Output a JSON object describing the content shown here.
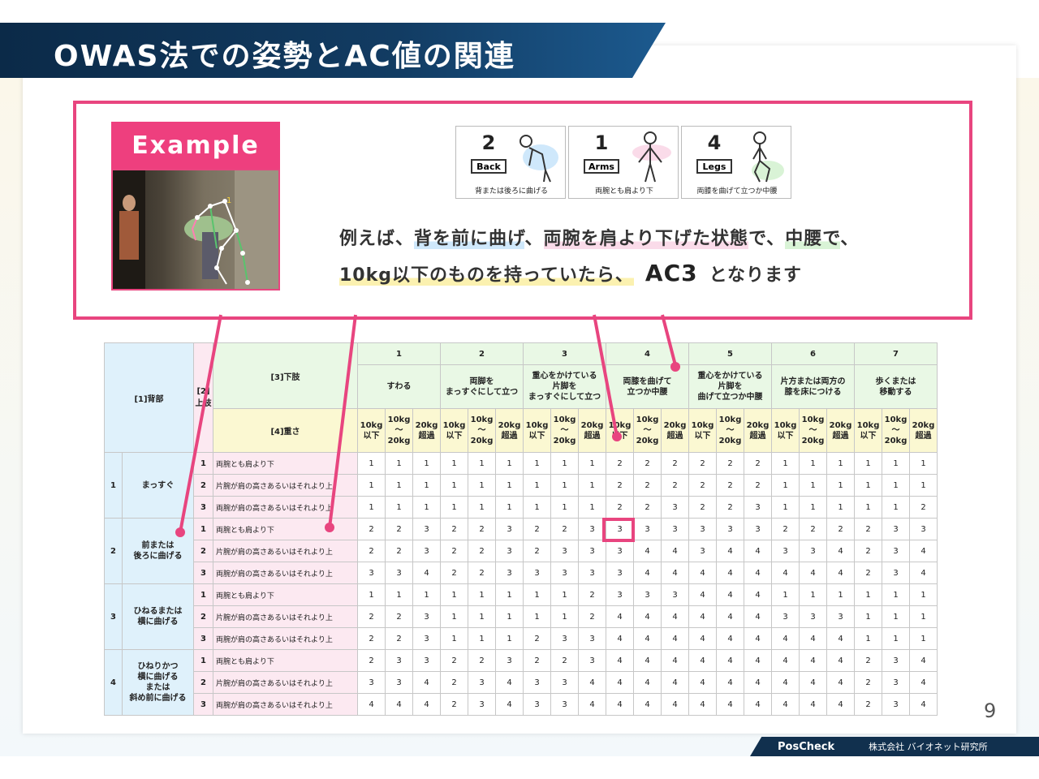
{
  "title": "OWAS法での姿勢とAC値の関連",
  "example": {
    "label": "Example",
    "photo_marker": "1",
    "cards": [
      {
        "num": "2",
        "tag": "Back",
        "caption": "背または後ろに曲げる",
        "accent": "#cfe8fb"
      },
      {
        "num": "1",
        "tag": "Arms",
        "caption": "両腕とも肩より下",
        "accent": "#fadbe9"
      },
      {
        "num": "4",
        "tag": "Legs",
        "caption": "両膝を曲げて立つか中腰",
        "accent": "#d9f3d6"
      }
    ],
    "line1": {
      "p1": "例えば、",
      "p2": "背を前に曲げ",
      "p3": "、",
      "p4": "両腕を肩より下げた状態",
      "p5": "で、",
      "p6": "中腰で",
      "p7": "、"
    },
    "line2": {
      "p1": "10kg以下のものを持っていたら、",
      "ac": "AC3",
      "p2": "となります"
    }
  },
  "table": {
    "back_header": "[1]背部",
    "arms_header": "[2]上肢",
    "legs_header": "[3]下肢",
    "weight_header": "[4]重さ",
    "legs": [
      {
        "num": "1",
        "label": "すわる"
      },
      {
        "num": "2",
        "label": "両脚を\nまっすぐにして立つ"
      },
      {
        "num": "3",
        "label": "重心をかけている\n片脚を\nまっすぐにして立つ"
      },
      {
        "num": "4",
        "label": "両膝を曲げて\n立つか中腰"
      },
      {
        "num": "5",
        "label": "重心をかけている\n片脚を\n曲げて立つか中腰"
      },
      {
        "num": "6",
        "label": "片方または両方の\n膝を床につける"
      },
      {
        "num": "7",
        "label": "歩くまたは\n移動する"
      }
    ],
    "weights": [
      "10kg\n以下",
      "10kg\n〜\n20kg",
      "20kg\n超過"
    ],
    "backs": [
      {
        "num": "1",
        "label": "まっすぐ"
      },
      {
        "num": "2",
        "label": "前または\n後ろに曲げる"
      },
      {
        "num": "3",
        "label": "ひねるまたは\n横に曲げる"
      },
      {
        "num": "4",
        "label": "ひねりかつ\n横に曲げる\nまたは\n斜め前に曲げる"
      }
    ],
    "arms": [
      {
        "num": "1",
        "label": "両腕とも肩より下"
      },
      {
        "num": "2",
        "label": "片腕が肩の高さあるいはそれより上"
      },
      {
        "num": "3",
        "label": "両腕が肩の高さあるいはそれより上"
      }
    ],
    "values": [
      [
        [
          1,
          1,
          1,
          1,
          1,
          1,
          1,
          1,
          1,
          2,
          2,
          2,
          2,
          2,
          2,
          1,
          1,
          1,
          1,
          1,
          1
        ],
        [
          1,
          1,
          1,
          1,
          1,
          1,
          1,
          1,
          1,
          2,
          2,
          2,
          2,
          2,
          2,
          1,
          1,
          1,
          1,
          1,
          1
        ],
        [
          1,
          1,
          1,
          1,
          1,
          1,
          1,
          1,
          1,
          2,
          2,
          3,
          2,
          2,
          3,
          1,
          1,
          1,
          1,
          1,
          2
        ]
      ],
      [
        [
          2,
          2,
          3,
          2,
          2,
          3,
          2,
          2,
          3,
          3,
          3,
          3,
          3,
          3,
          3,
          2,
          2,
          2,
          2,
          3,
          3
        ],
        [
          2,
          2,
          3,
          2,
          2,
          3,
          2,
          3,
          3,
          3,
          4,
          4,
          3,
          4,
          4,
          3,
          3,
          4,
          2,
          3,
          4
        ],
        [
          3,
          3,
          4,
          2,
          2,
          3,
          3,
          3,
          3,
          3,
          4,
          4,
          4,
          4,
          4,
          4,
          4,
          4,
          2,
          3,
          4
        ]
      ],
      [
        [
          1,
          1,
          1,
          1,
          1,
          1,
          1,
          1,
          2,
          3,
          3,
          3,
          4,
          4,
          4,
          1,
          1,
          1,
          1,
          1,
          1
        ],
        [
          2,
          2,
          3,
          1,
          1,
          1,
          1,
          1,
          2,
          4,
          4,
          4,
          4,
          4,
          4,
          3,
          3,
          3,
          1,
          1,
          1
        ],
        [
          2,
          2,
          3,
          1,
          1,
          1,
          2,
          3,
          3,
          4,
          4,
          4,
          4,
          4,
          4,
          4,
          4,
          4,
          1,
          1,
          1
        ]
      ],
      [
        [
          2,
          3,
          3,
          2,
          2,
          3,
          2,
          2,
          3,
          4,
          4,
          4,
          4,
          4,
          4,
          4,
          4,
          4,
          2,
          3,
          4
        ],
        [
          3,
          3,
          4,
          2,
          3,
          4,
          3,
          3,
          4,
          4,
          4,
          4,
          4,
          4,
          4,
          4,
          4,
          4,
          2,
          3,
          4
        ],
        [
          4,
          4,
          4,
          2,
          3,
          4,
          3,
          3,
          4,
          4,
          4,
          4,
          4,
          4,
          4,
          4,
          4,
          4,
          2,
          3,
          4
        ]
      ]
    ],
    "highlight": {
      "back": 2,
      "arm": 1,
      "leg": 4,
      "weight": 1
    }
  },
  "page_number": "9",
  "footer": {
    "logo": "PosCheck",
    "company": "株式会社 バイオネット研究所"
  },
  "colors": {
    "accent_pink": "#e8457f",
    "title_bg": "#0b2a48",
    "ac1": "#222222",
    "ac2": "#3b82d6",
    "ac3": "#d9a300",
    "ac4": "#e33a3a"
  }
}
